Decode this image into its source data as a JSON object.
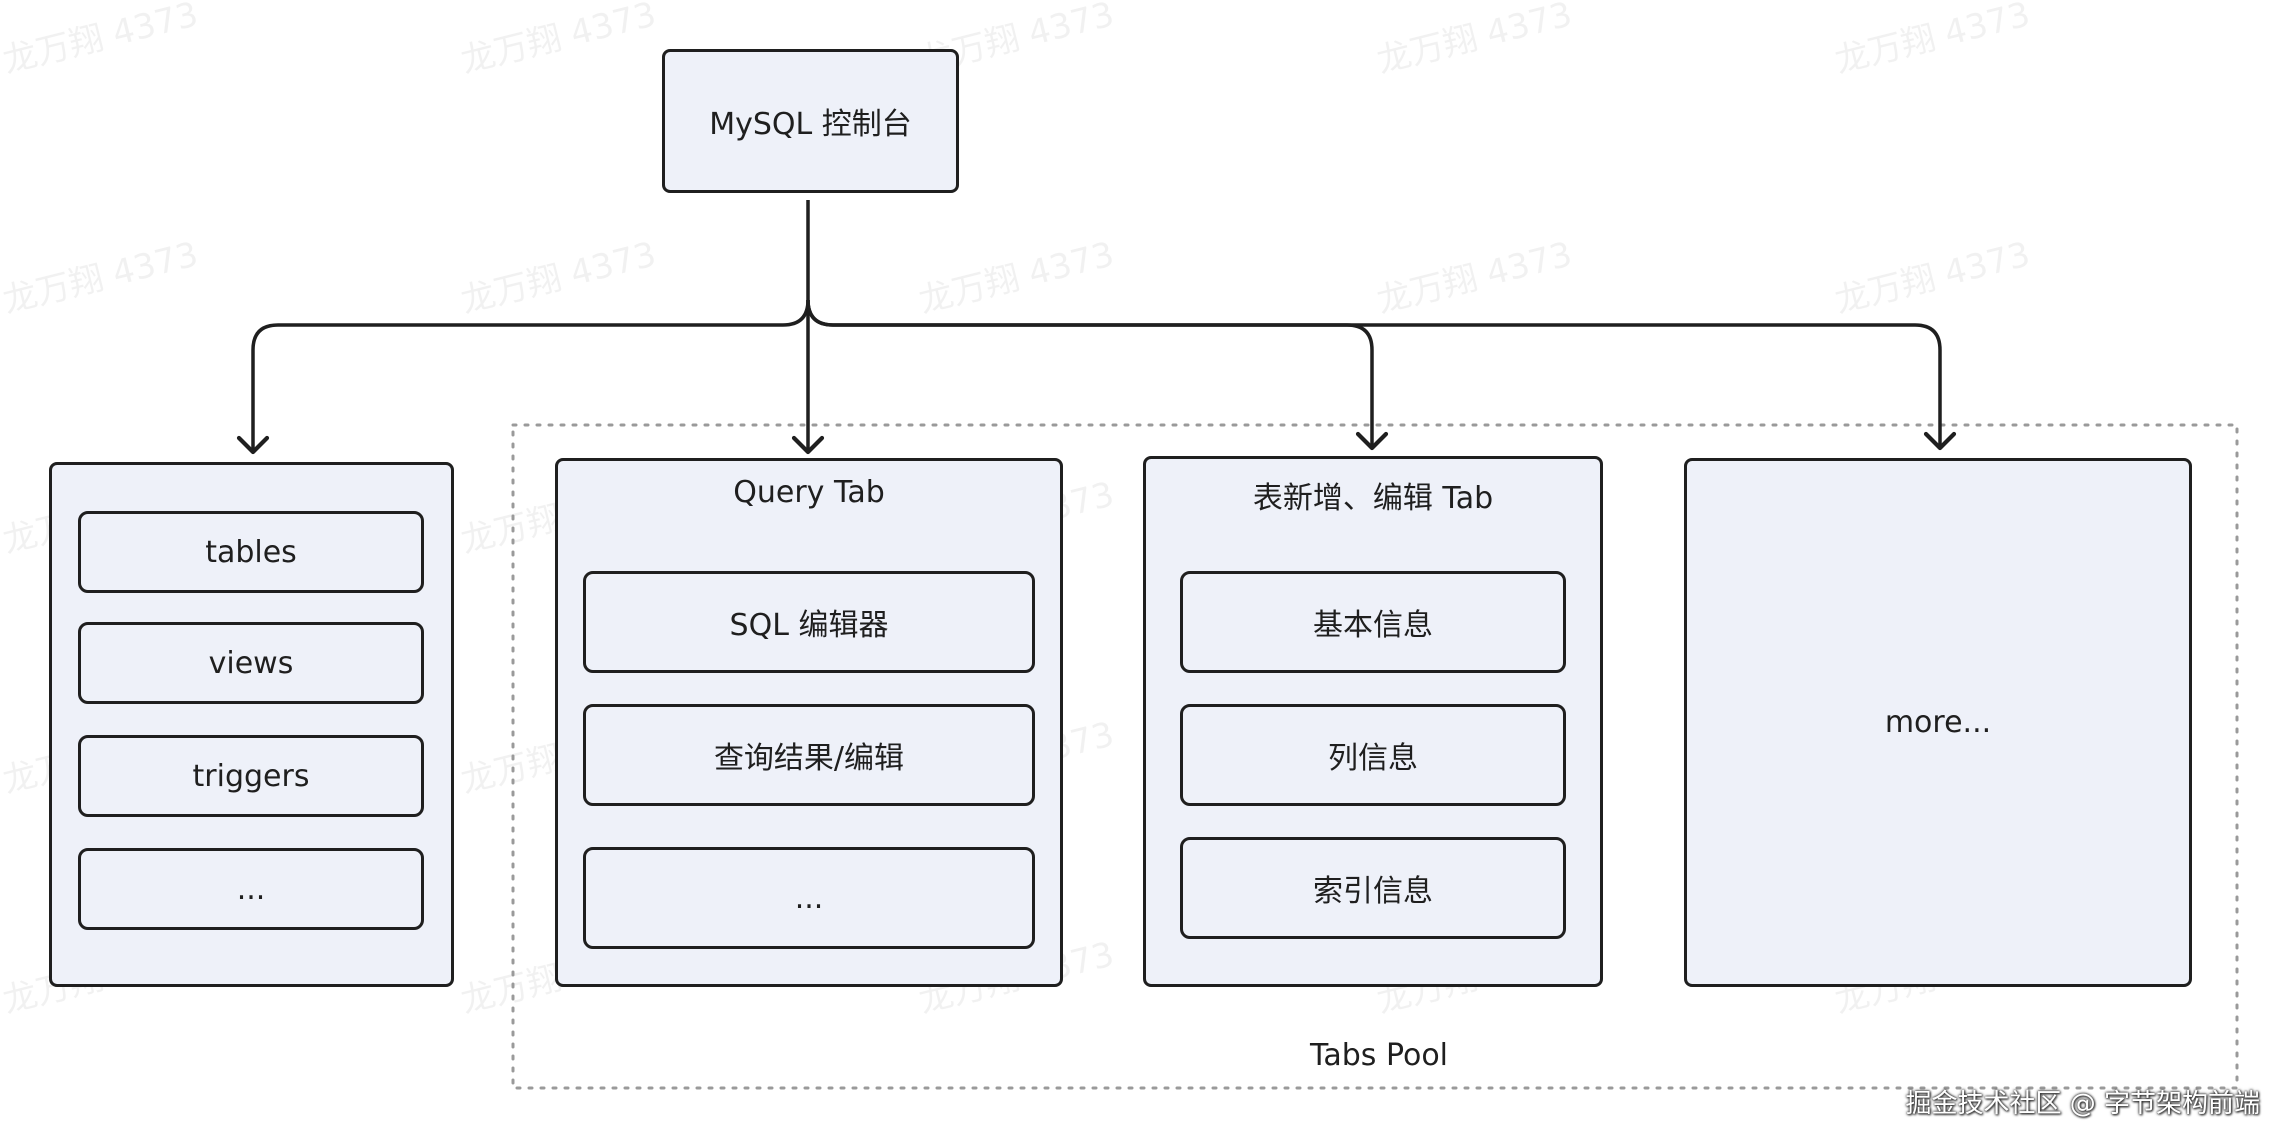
{
  "root": {
    "label": "MySQL 控制台"
  },
  "sidebar": {
    "items": [
      "tables",
      "views",
      "triggers",
      "..."
    ]
  },
  "tabs_pool": {
    "label": "Tabs Pool",
    "query_tab": {
      "title": "Query Tab",
      "items": [
        "SQL 编辑器",
        "查询结果/编辑",
        "..."
      ]
    },
    "table_tab": {
      "title": "表新增、编辑 Tab",
      "items": [
        "基本信息",
        "列信息",
        "索引信息"
      ]
    },
    "more_tab": {
      "label": "more..."
    }
  },
  "watermark": "龙万翔 4373",
  "footer": "掘金技术社区 @ 字节架构前端",
  "colors": {
    "box_fill": "#eef1f9",
    "stroke": "#1f1f1f",
    "pool_border": "#9a9a9a"
  }
}
